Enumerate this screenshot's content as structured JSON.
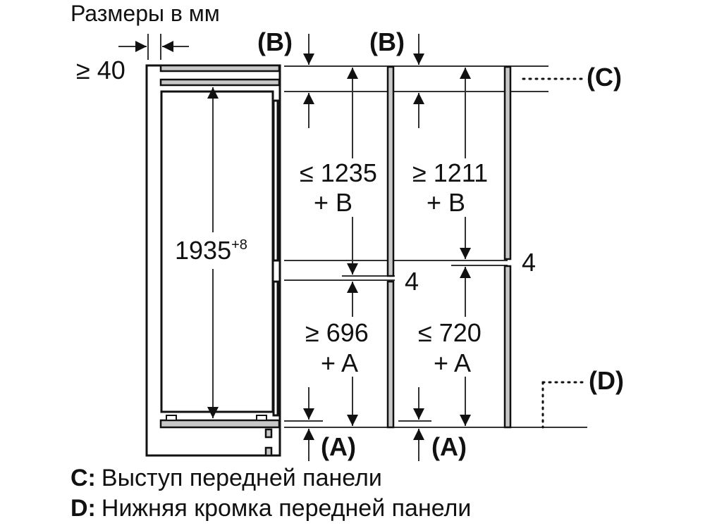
{
  "title": "Размеры в мм",
  "dimensions": {
    "side_gap": "≥ 40",
    "appliance_height": "1935",
    "appliance_height_tolerance": "+8",
    "upper_niche_1_line1": "≤ 1235",
    "upper_niche_1_line2": "+ B",
    "upper_niche_2_line1": "≥ 1211",
    "upper_niche_2_line2": "+ B",
    "lower_niche_1_line1": "≥ 696",
    "lower_niche_1_line2": "+ A",
    "lower_niche_2_line1": "≤ 720",
    "lower_niche_2_line2": "+ A",
    "gap_1": "4",
    "gap_2": "4"
  },
  "markers": {
    "b1": "(B)",
    "b2": "(B)",
    "a1": "(A)",
    "a2": "(A)",
    "c": "(C)",
    "d": "(D)"
  },
  "legend": [
    {
      "key": "C:",
      "text": "Выступ передней панели"
    },
    {
      "key": "D:",
      "text": "Нижняя кромка передней панели"
    }
  ],
  "colors": {
    "line": "#111111",
    "panel_fill": "#c8c8c8",
    "background": "#ffffff"
  }
}
